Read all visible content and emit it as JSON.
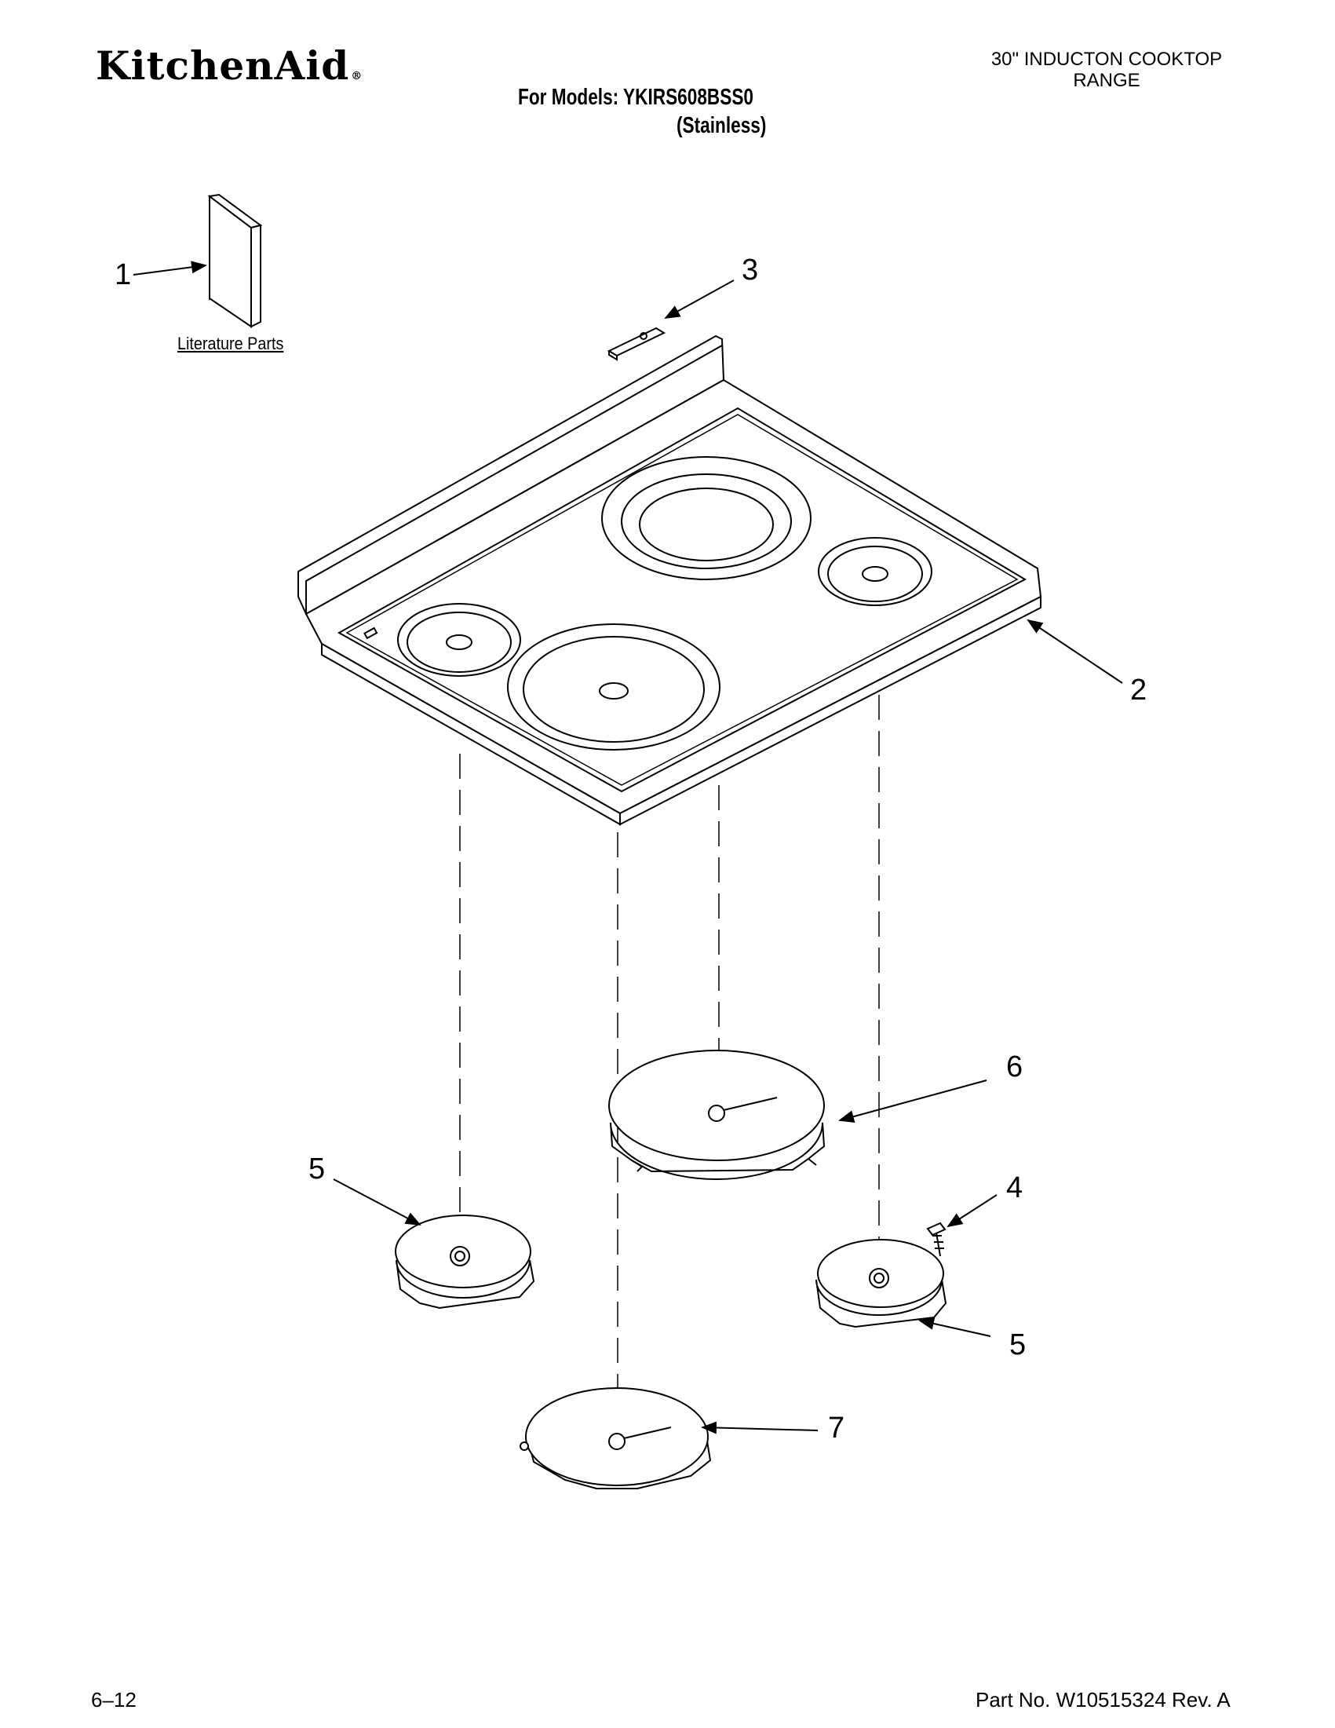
{
  "header": {
    "brand": "KitchenAid",
    "brand_mark": "®",
    "product_line1": "30\" INDUCTON COOKTOP",
    "product_line2": "RANGE",
    "models": "For Models: YKIRS608BSS0",
    "finish": "(Stainless)"
  },
  "literature_label": "Literature Parts",
  "callouts": {
    "c1": "1",
    "c2": "2",
    "c3": "3",
    "c4": "4",
    "c5a": "5",
    "c5b": "5",
    "c6": "6",
    "c7": "7"
  },
  "footer": {
    "date": "6–12",
    "part_number": "Part No. W10515324 Rev. A"
  }
}
